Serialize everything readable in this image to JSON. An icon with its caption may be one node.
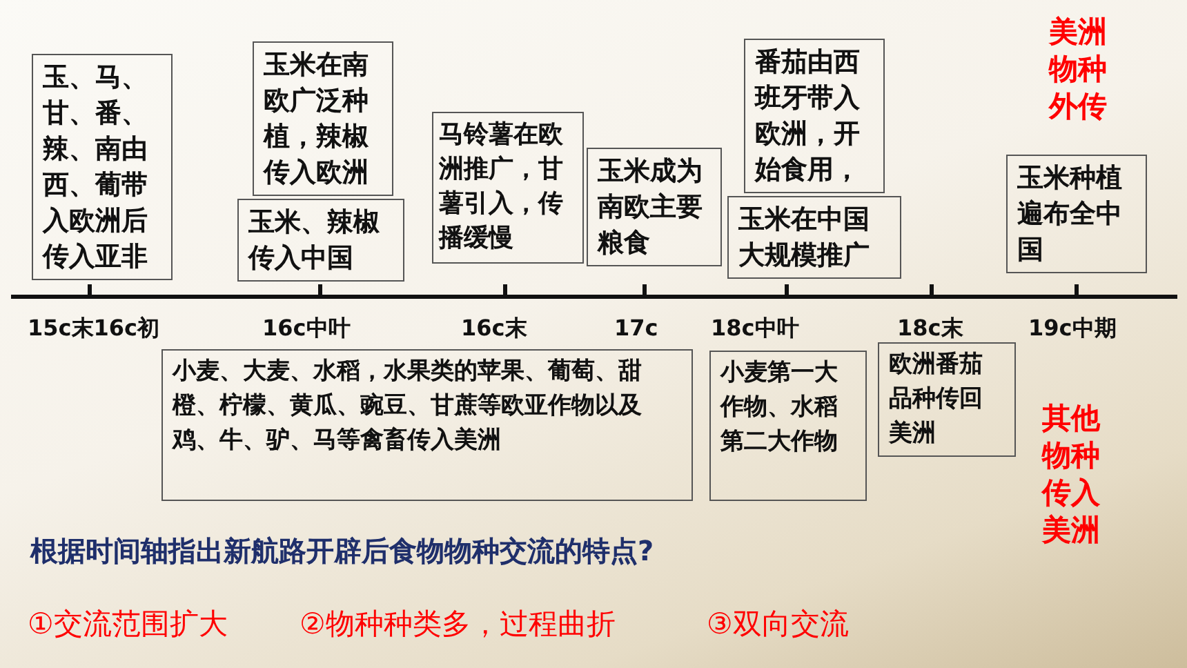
{
  "diagram": {
    "nodes": [
      {
        "text": [
          "玉、马、甘、番、辣、南由西、葡带入欧洲后传入亚非"
        ]
      },
      {
        "text": [
          "玉米在南欧广泛种植，辣椒传入欧洲"
        ]
      },
      {
        "text": [
          "玉米、辣椒传入中国"
        ]
      },
      {
        "text": [
          "马铃薯在欧洲推广，甘薯引入，传播缓慢"
        ]
      },
      {
        "text": [
          "玉米成为南欧主要粮食"
        ]
      },
      {
        "text": [
          "番茄由西班牙带入欧洲，开始食用，"
        ]
      },
      {
        "text": [
          "玉米在中国大规模推广"
        ]
      },
      {
        "text": [
          "玉米种植遍布全中国"
        ]
      },
      {
        "text": [
          "小麦、大麦、水稻，水果类的苹果、葡萄、甜橙、柠檬、黄瓜、豌豆、甘蔗等欧亚作物以及鸡、牛、驴、马等禽畜传入美洲"
        ]
      },
      {
        "text": [
          "小麦第一大作物、水稻第二大作物"
        ]
      },
      {
        "text": [
          "欧洲番茄品种传回美洲"
        ]
      }
    ],
    "labels": [
      "美洲物种外传",
      "15c末16c初",
      "16c中叶",
      "16c末",
      "17c",
      "18c中叶",
      "18c末",
      "19c中期",
      "其他物种传入美洲",
      "根据时间轴指出新航路开辟后食物物种交流的特点?",
      "①交流范围扩大",
      "②物种种类多，过程曲折",
      "③双向交流"
    ]
  }
}
